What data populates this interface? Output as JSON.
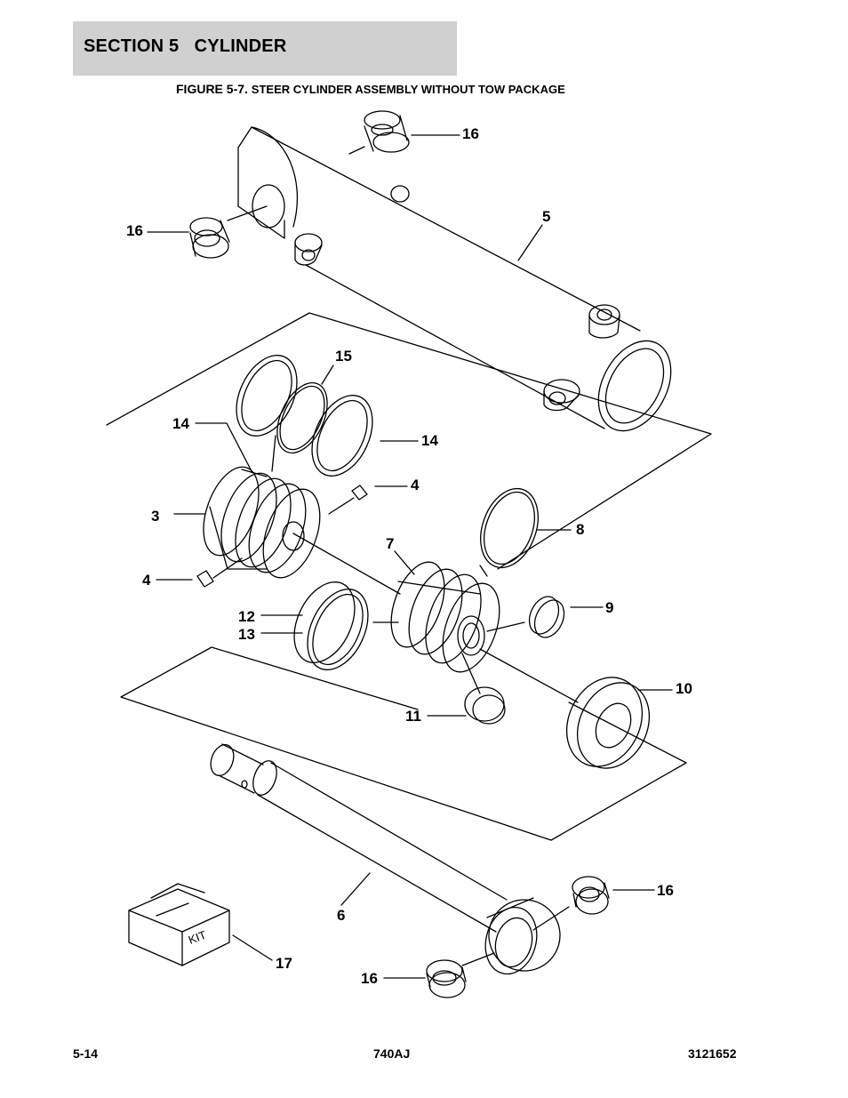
{
  "header": {
    "section_title": "SECTION 5   CYLINDER"
  },
  "figure": {
    "label": "FIGURE 5-7. ",
    "title": "STEER CYLINDER ASSEMBLY WITHOUT TOW PACKAGE"
  },
  "callouts": {
    "c16a": "16",
    "c16b": "16",
    "c5": "5",
    "c15": "15",
    "c14a": "14",
    "c14b": "14",
    "c4a": "4",
    "c3": "3",
    "c8": "8",
    "c7": "7",
    "c4b": "4",
    "c12": "12",
    "c13": "13",
    "c9": "9",
    "c10": "10",
    "c11": "11",
    "c16c": "16",
    "c6": "6",
    "c17": "17",
    "c16d": "16"
  },
  "kit_label": "KIT",
  "footer": {
    "page_number": "5-14",
    "model": "740AJ",
    "doc_number": "3121652"
  }
}
